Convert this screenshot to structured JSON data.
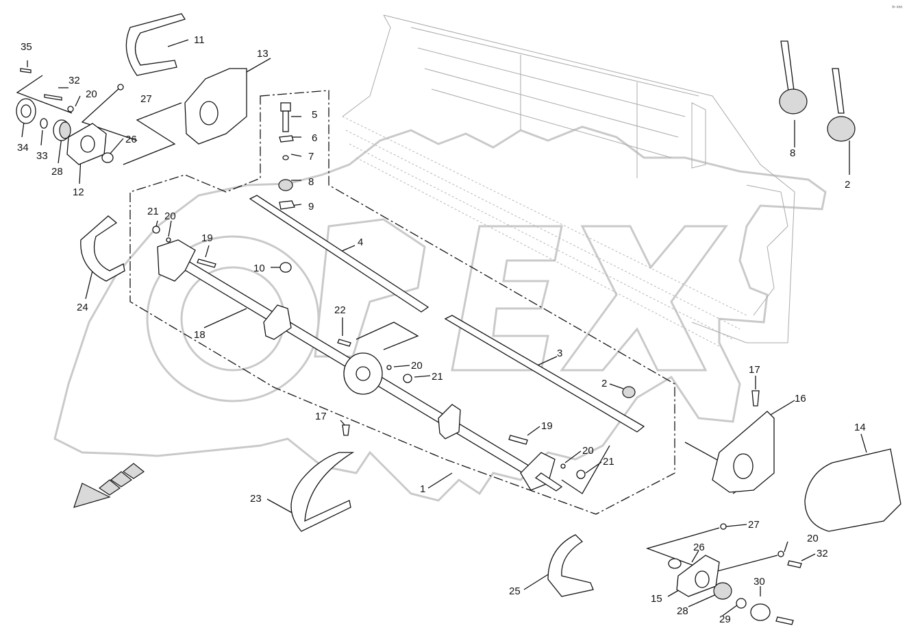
{
  "diagram": {
    "corner_mark": "®¹ ###.",
    "watermark_text": "OPEX",
    "callouts": [
      "35",
      "32",
      "20",
      "27",
      "34",
      "33",
      "28",
      "12",
      "26",
      "11",
      "13",
      "5",
      "6",
      "7",
      "8",
      "9",
      "10",
      "4",
      "21",
      "20",
      "19",
      "24",
      "18",
      "22",
      "20",
      "21",
      "3",
      "2",
      "17",
      "16",
      "14",
      "17",
      "19",
      "20",
      "21",
      "23",
      "1",
      "25",
      "27",
      "20",
      "32",
      "26",
      "15",
      "28",
      "29",
      "30",
      "8",
      "2"
    ]
  }
}
